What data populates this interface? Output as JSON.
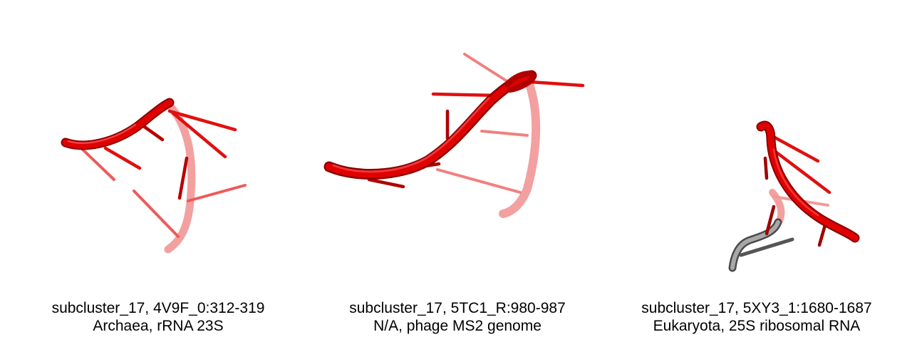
{
  "panels": [
    {
      "line1": "subcluster_17, 4V9F_0:312-319",
      "line2": "Archaea, rRNA 23S"
    },
    {
      "line1": "subcluster_17, 5TC1_R:980-987",
      "line2": "N/A, phage MS2 genome"
    },
    {
      "line1": "subcluster_17, 5XY3_1:1680-1687",
      "line2": "Eukaryota, 25S ribosomal RNA"
    }
  ],
  "colors": {
    "backbone_front": "#e00000",
    "backbone_dark": "#a00000",
    "backbone_back": "#f08a8a",
    "backbone_gray": "#707070",
    "base_sticks": "#e41010"
  }
}
